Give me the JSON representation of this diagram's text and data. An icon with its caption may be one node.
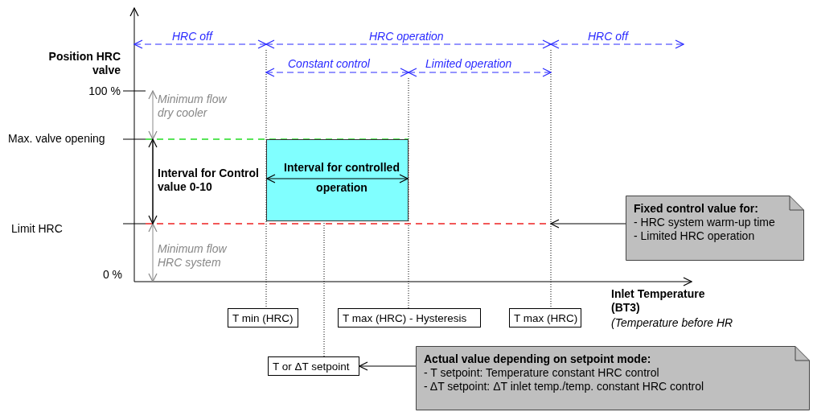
{
  "diagram": {
    "nodes": [
      {
        "text": [
          "Interval for controlled operation"
        ]
      },
      {
        "text": [
          "Fixed control value for:",
          "- HRC system warm-up time",
          "- Limited HRC operation"
        ]
      },
      {
        "text": [
          "T min (HRC)"
        ]
      },
      {
        "text": [
          "T max (HRC) - Hysteresis"
        ]
      },
      {
        "text": [
          "T max (HRC)"
        ]
      },
      {
        "text": [
          "T or ΔT setpoint"
        ]
      },
      {
        "text": [
          "Actual value depending on setpoint mode:",
          "- T setpoint: Temperature constant HRC control",
          "- ΔT setpoint: ΔT inlet temp./temp. constant HRC control"
        ]
      }
    ],
    "edges": [
      {
        "from": 1,
        "to": null,
        "arrow": "to"
      },
      {
        "from": 6,
        "to": 5,
        "arrow": "to"
      },
      {
        "from": 5,
        "to": 0,
        "arrow": "none",
        "style": "dashed"
      }
    ],
    "labels": [
      "Position HRC valve",
      "HRC off",
      "HRC operation",
      "HRC off",
      "Constant control",
      "Limited operation",
      "100 %",
      "Minimum flow dry cooler",
      "Max. valve opening",
      "Interval for Control value 0-10",
      "Limit HRC",
      "Minimum flow HRC system",
      "0 %",
      "Inlet Temperature (BT3)",
      "(Temperature before HR"
    ]
  }
}
